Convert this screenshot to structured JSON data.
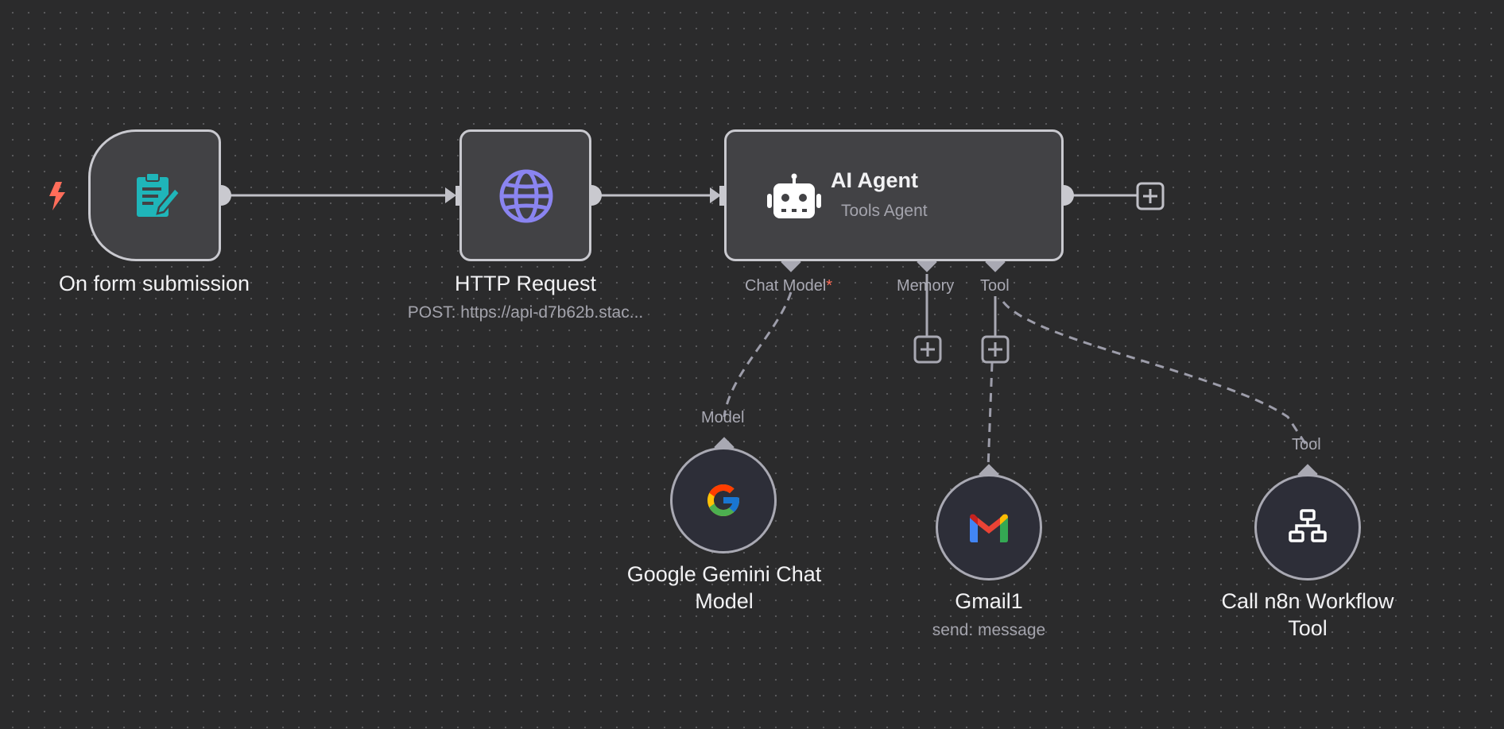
{
  "nodes": {
    "trigger": {
      "title": "On form submission"
    },
    "http": {
      "title": "HTTP Request",
      "subtitle": "POST: https://api-d7b62b.stac..."
    },
    "agent": {
      "title": "AI Agent",
      "subtitle": "Tools Agent"
    },
    "gemini": {
      "title_line1": "Google Gemini Chat",
      "title_line2": "Model"
    },
    "gmail": {
      "title": "Gmail1",
      "subtitle": "send: message"
    },
    "calltool": {
      "title_line1": "Call n8n Workflow",
      "title_line2": "Tool"
    }
  },
  "ports": {
    "chat_model": "Chat Model",
    "chat_model_required": "*",
    "memory": "Memory",
    "tool": "Tool",
    "model_input": "Model",
    "tool_input": "Tool"
  },
  "colors": {
    "canvas": "#2b2b2c",
    "node_fill": "#424245",
    "node_border": "#c9c9cf",
    "connection": "#c0c0c7",
    "dashed_connection": "#9d9daa",
    "trigger_bolt": "#ff6d5a",
    "form_icon": "#1fb5b9",
    "http_icon": "#8a84f0"
  },
  "icons": {
    "trigger": "lightning-bolt-icon",
    "form": "form-document-icon",
    "http": "globe-icon",
    "agent": "robot-icon",
    "gemini": "google-icon",
    "gmail": "gmail-icon",
    "calltool": "sitemap-icon",
    "add": "plus-icon"
  }
}
